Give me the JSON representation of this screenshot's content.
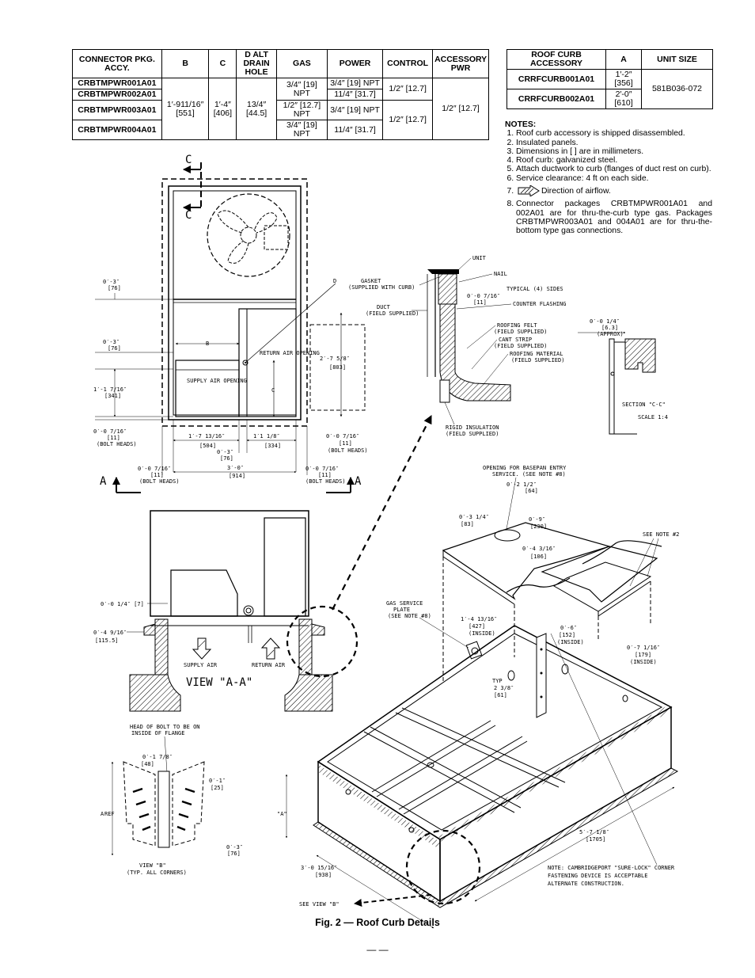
{
  "connector_table": {
    "headers": [
      "CONNECTOR PKG. ACCY.",
      "B",
      "C",
      "D ALT DRAIN HOLE",
      "GAS",
      "POWER",
      "CONTROL",
      "ACCESSORY PWR"
    ],
    "rows": [
      {
        "pkg": "CRBTMPWR001A01",
        "gas": "3/4″ [19] NPT",
        "power": "3/4″ [19] NPT"
      },
      {
        "pkg": "CRBTMPWR002A01",
        "power": "11/4″ [31.7]"
      },
      {
        "pkg": "CRBTMPWR003A01",
        "gas": "1/2″ [12.7] NPT",
        "power": "3/4″ [19] NPT"
      },
      {
        "pkg": "CRBTMPWR004A01",
        "gas": "3/4″ [19] NPT",
        "power": "11/4″ [31.7]"
      }
    ],
    "shared": {
      "b": "1′-911/16″ [551]",
      "c": "1′-4″ [406]",
      "d": "13/4″ [44.5]",
      "control_1": "1/2″ [12.7]",
      "control_2": "1/2″ [12.7]",
      "accessory": "1/2″ [12.7]"
    }
  },
  "curb_table": {
    "headers": [
      "ROOF CURB ACCESSORY",
      "A",
      "UNIT SIZE"
    ],
    "rows": [
      {
        "accessory": "CRRFCURB001A01",
        "a": "1′-2″ [356]"
      },
      {
        "accessory": "CRRFCURB002A01",
        "a": "2′-0″ [610]"
      }
    ],
    "unit_size": "581B036-072"
  },
  "notes": {
    "title": "NOTES:",
    "items": [
      "Roof curb accessory is shipped disassembled.",
      "Insulated panels.",
      "Dimensions in [ ] are in millimeters.",
      "Roof curb: galvanized steel.",
      "Attach ductwork to curb (flanges of duct rest on curb).",
      "Service clearance: 4 ft on each side.",
      "Direction of airflow.",
      "Connector packages CRBTMPWR001A01 and 002A01 are for thru-the-curb type gas. Packages CRBTMPWR003A01 and 004A01 are for thru-the-bottom type gas connections."
    ]
  },
  "drawing": {
    "section_c_marker": "C",
    "section_a_marker": "A",
    "plan": {
      "d_label": "D",
      "dim_0_3_top": "0′-3″",
      "dim_76_top": "[76]",
      "dim_0_3_mid": "0′-3″",
      "dim_76_mid": "[76]",
      "b_label": "B",
      "return_air": "RETURN AIR OPENING",
      "supply_air": "SUPPLY AIR OPENING",
      "c_label": "C",
      "dim_2_7": "2′-7 5/8″",
      "dim_803": "[803]",
      "dim_1_1": "1′-1 7/16″",
      "dim_341": "[341]",
      "dim_0_0_left": "0′-0 7/16″",
      "dim_11_left": "[11]",
      "bolt_left": "(BOLT HEADS)",
      "dim_1_7": "1′-7 13/16″",
      "dim_504": "[504]",
      "dim_0_3_bottom": "0′-3″",
      "dim_76_bottom": "[76]",
      "dim_1_1_8": "1′1 1/8″",
      "dim_334": "[334]",
      "dim_0_0_right": "0′-0 7/16″",
      "dim_11_right": "[11]",
      "bolt_right": "(BOLT HEADS)",
      "dim_0_0_bl": "0′-0 7/16″",
      "dim_11_bl": "[11]",
      "bolt_bl": "(BOLT HEADS)",
      "dim_3_0": "3′-0″",
      "dim_914": "[914]",
      "dim_0_0_br": "0′-0 7/16″",
      "dim_11_br": "[11]",
      "bolt_br": "(BOLT HEADS)"
    },
    "typical": {
      "unit": "UNIT",
      "nail": "NAIL",
      "gasket": "GASKET",
      "gasket_sub": "(SUPPLIED WITH CURB)",
      "typical_sides": "TYPICAL (4) SIDES",
      "dim_0_0_7": "0′-0 7/16″",
      "dim_11": "[11]",
      "duct": "DUCT",
      "duct_sub": "(FIELD SUPPLIED)",
      "counter_flashing": "COUNTER FLASHING",
      "roofing_felt": "ROOFING FELT",
      "roofing_felt_sub": "(FIELD SUPPLIED)",
      "cant_strip": "CANT STRIP",
      "cant_strip_sub": "(FIELD SUPPLIED)",
      "roofing_material": "ROOFING MATERIAL",
      "roofing_material_sub": "(FIELD SUPPLIED)",
      "rigid_insulation": "RIGID INSULATION",
      "rigid_insulation_sub": "(FIELD SUPPLIED)"
    },
    "section_cc": {
      "dim": "0′-0 1/4″",
      "dim_mm": "[6.3]",
      "approx": "(APPROX)",
      "title": "SECTION \"C-C\"",
      "scale": "SCALE 1:4"
    },
    "view_a": {
      "dim_0_0_1_4": "0′-0 1/4″ [7]",
      "dim_0_4": "0′-4 9/16″",
      "dim_115": "[115.5]",
      "supply_air": "SUPPLY AIR",
      "return_air": "RETURN AIR",
      "title": "VIEW \"A-A\""
    },
    "view_b": {
      "head_of_bolt": "HEAD OF BOLT TO BE ON",
      "inside_flange": "INSIDE OF FLANGE",
      "dim_0_1_7": "0′-1 7/8″",
      "dim_48": "[48]",
      "dim_0_1": "0′-1″",
      "dim_25": "[25]",
      "a_ref": "A",
      "ref": "REF",
      "dim_0_3": "0′-3″",
      "dim_76": "[76]",
      "title": "VIEW \"B\"",
      "sub": "(TYP. ALL CORNERS)"
    },
    "iso": {
      "opening": "OPENING FOR BASEPAN ENTRY",
      "service": "SERVICE. (SEE NOTE #8)",
      "dim_0_2": "0′-2 1/2″",
      "dim_64": "[64]",
      "dim_0_3": "0′-3 1/4″",
      "dim_83": "[83]",
      "dim_0_9": "0′-9″",
      "dim_230": "[230]",
      "dim_0_4": "0′-4 3/16″",
      "dim_106": "[106]",
      "see_note": "SEE NOTE #2",
      "gas_service": "GAS SERVICE",
      "plate": "PLATE",
      "see_note8": "(SEE NOTE #8)",
      "dim_1_4": "1′-4 13/16″",
      "dim_427": "[427]",
      "inside1": "(INSIDE)",
      "dim_0_6": "0′-6″",
      "dim_152": "[152]",
      "inside2": "(INSIDE)",
      "dim_0_7": "0′-7 1/16″",
      "dim_179": "[179]",
      "inside3": "(INSIDE)",
      "typ": "TYP",
      "dim_2_3": "2 3/8″",
      "dim_61": "[61]",
      "a_label": "\"A\"",
      "dim_5_7": "5′-7 1/8″",
      "dim_1705": "[1705]",
      "dim_3_0": "3′-0 15/16″",
      "dim_938": "[938]",
      "note_line1": "NOTE: CAMBRIDGEPORT \"SURE-LOCK\" CORNER",
      "note_line2": "FASTENING DEVICE IS ACCEPTABLE",
      "note_line3": "ALTERNATE CONSTRUCTION.",
      "see_view_b": "SEE VIEW \"B\""
    }
  },
  "caption": "Fig. 2 — Roof Curb Details",
  "page_number": "— —"
}
